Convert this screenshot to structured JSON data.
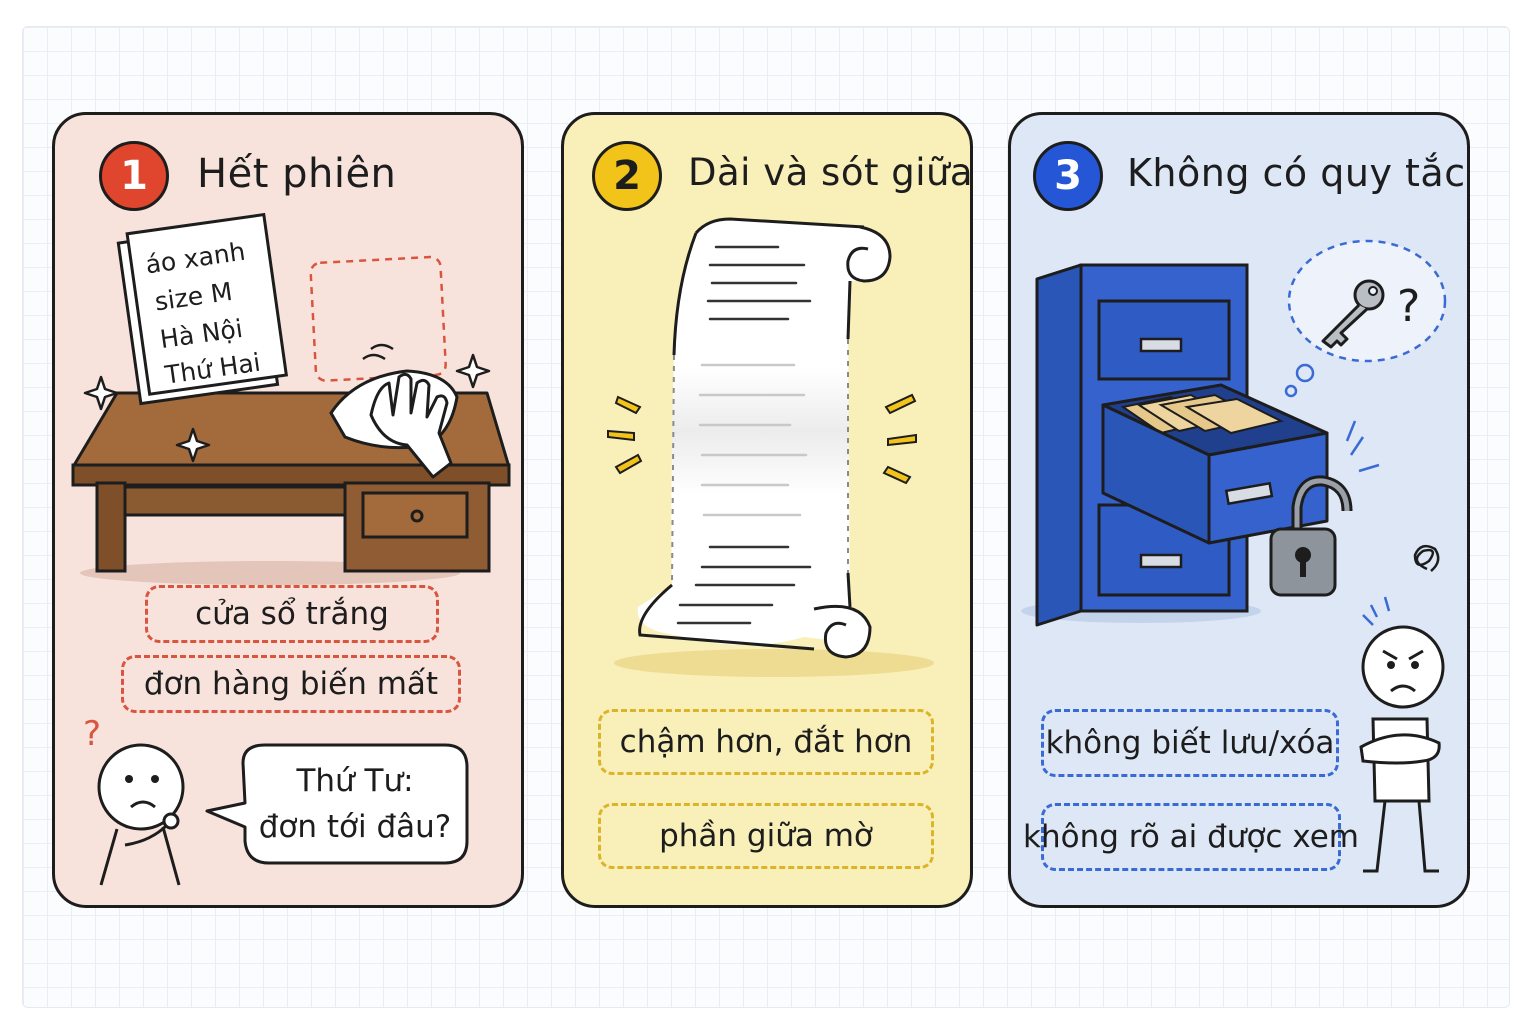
{
  "panels": [
    {
      "number": "1",
      "title": "Hết phiên",
      "badge_color": "#e0452d",
      "note_lines": [
        "áo xanh",
        "size M",
        "Hà Nội",
        "Thứ Hai"
      ],
      "tags": [
        "cửa sổ trắng",
        "đơn hàng biến mất"
      ],
      "speech_lines": [
        "Thứ Tư:",
        "đơn tới đâu?"
      ],
      "question_mark": "?"
    },
    {
      "number": "2",
      "title": "Dài và sót giữa",
      "badge_color": "#f2c318",
      "tags": [
        "chậm hơn, đắt hơn",
        "phần giữa mờ"
      ]
    },
    {
      "number": "3",
      "title": "Không có quy tắc",
      "badge_color": "#2456d6",
      "thought_mark": "?",
      "tags": [
        "không biết lưu/xóa",
        "không rõ ai được xem"
      ]
    }
  ],
  "icons": [
    "desk-icon",
    "sticky-note-icon",
    "wiping-hand-icon",
    "sparkle-icon",
    "confused-person-icon",
    "scroll-icon",
    "filing-cabinet-icon",
    "key-icon",
    "open-padlock-icon",
    "angry-person-icon"
  ]
}
